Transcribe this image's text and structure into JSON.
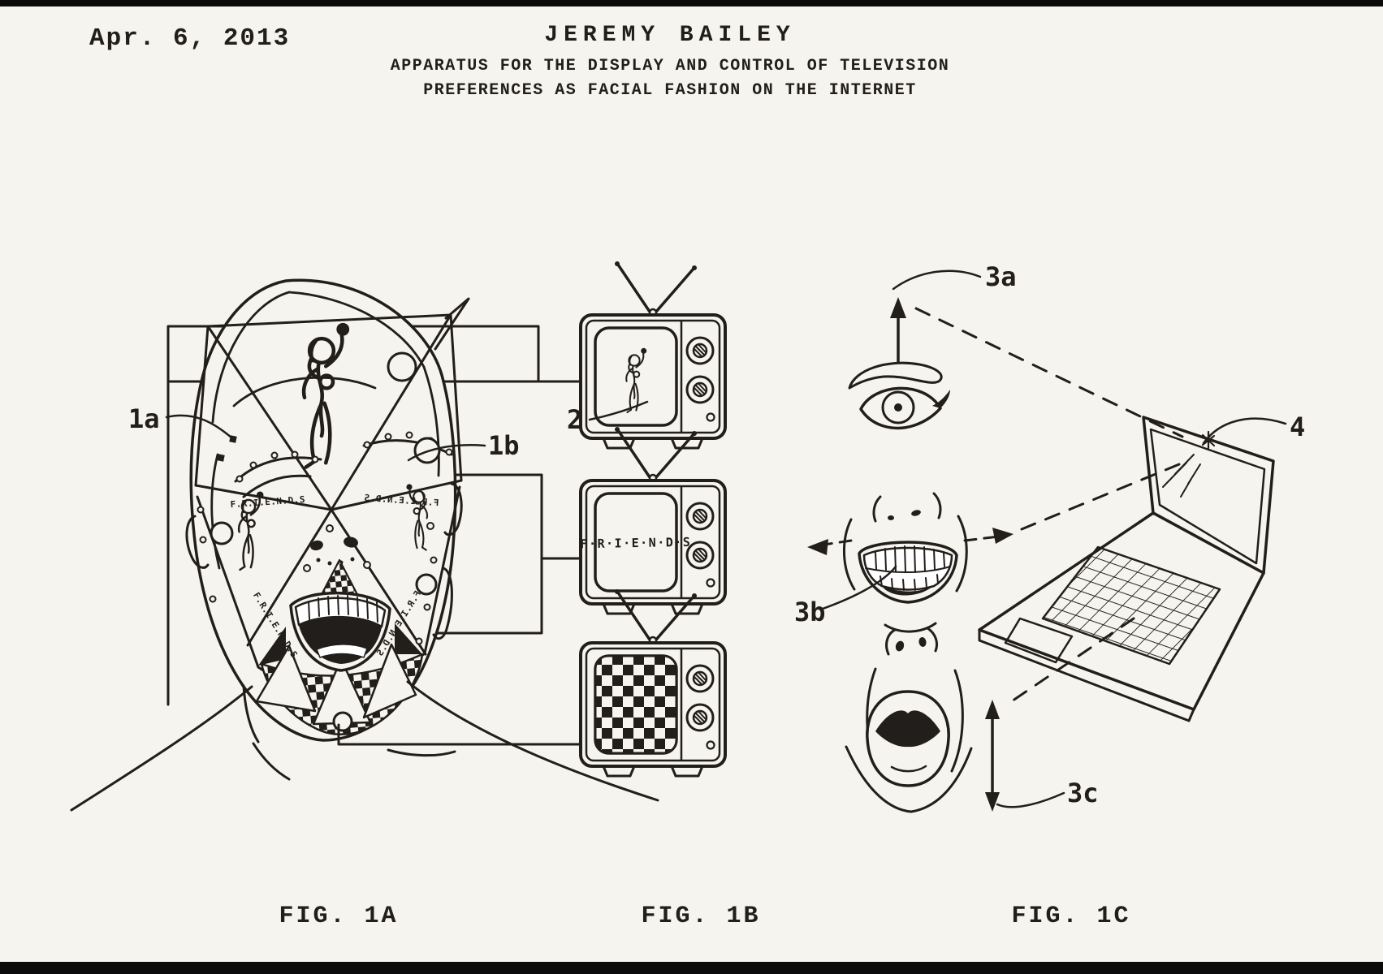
{
  "header": {
    "date": "Apr. 6, 2013",
    "author": "JEREMY BAILEY",
    "title_line1": "APPARATUS FOR THE DISPLAY AND CONTROL OF TELEVISION",
    "title_line2": "PREFERENCES AS FACIAL FASHION ON THE INTERNET"
  },
  "fig1a": {
    "caption": "FIG. 1A",
    "label_1a": "1a",
    "label_1b": "1b",
    "face_text": "F.R.I.E.N.D.S"
  },
  "fig1b": {
    "caption": "FIG. 1B",
    "label_2": "2",
    "tv_middle_screen_text": "F·R·I·E·N·D·S"
  },
  "fig1c": {
    "caption": "FIG. 1C",
    "label_3a": "3a",
    "label_3b": "3b",
    "label_3c": "3c",
    "label_4": "4"
  },
  "colors": {
    "ink": "#211e1b",
    "paper": "#f6f4ef"
  }
}
